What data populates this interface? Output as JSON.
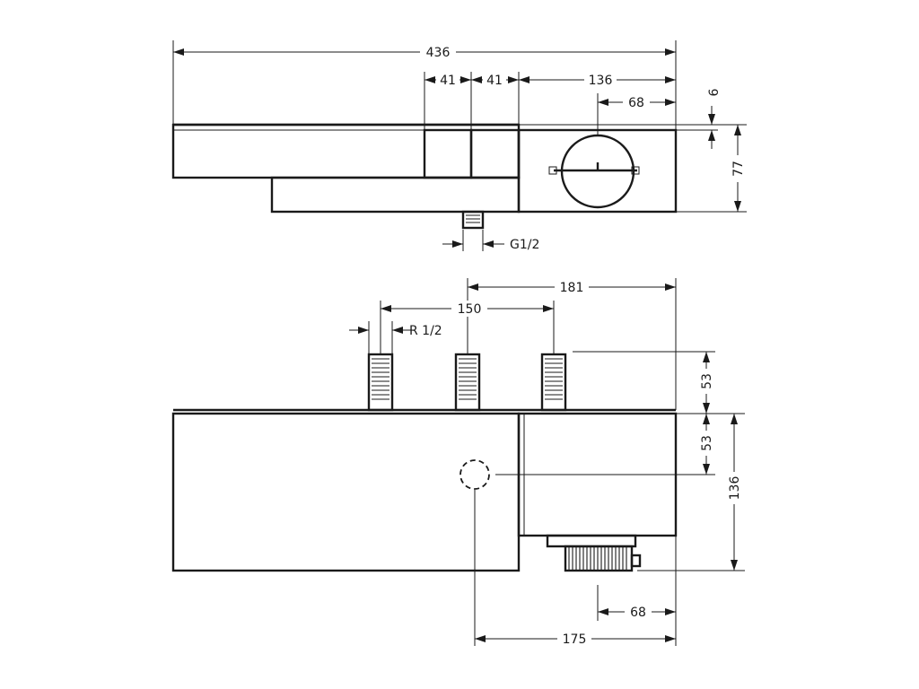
{
  "dimensions": {
    "total_width": "436",
    "block_a": "41",
    "block_b": "41",
    "control_width": "136",
    "knob_offset_top": "68",
    "top_gap": "6",
    "height_top": "77",
    "inlet_thread": "G1/2",
    "width_181": "181",
    "spacing_150": "150",
    "connector_thread": "R 1/2",
    "connector_length": "53",
    "knob_height": "53",
    "depth_136": "136",
    "knob_offset_bottom": "68",
    "depth_175": "175"
  },
  "colors": {
    "ink": "#1a1a1a",
    "background": "#ffffff"
  }
}
